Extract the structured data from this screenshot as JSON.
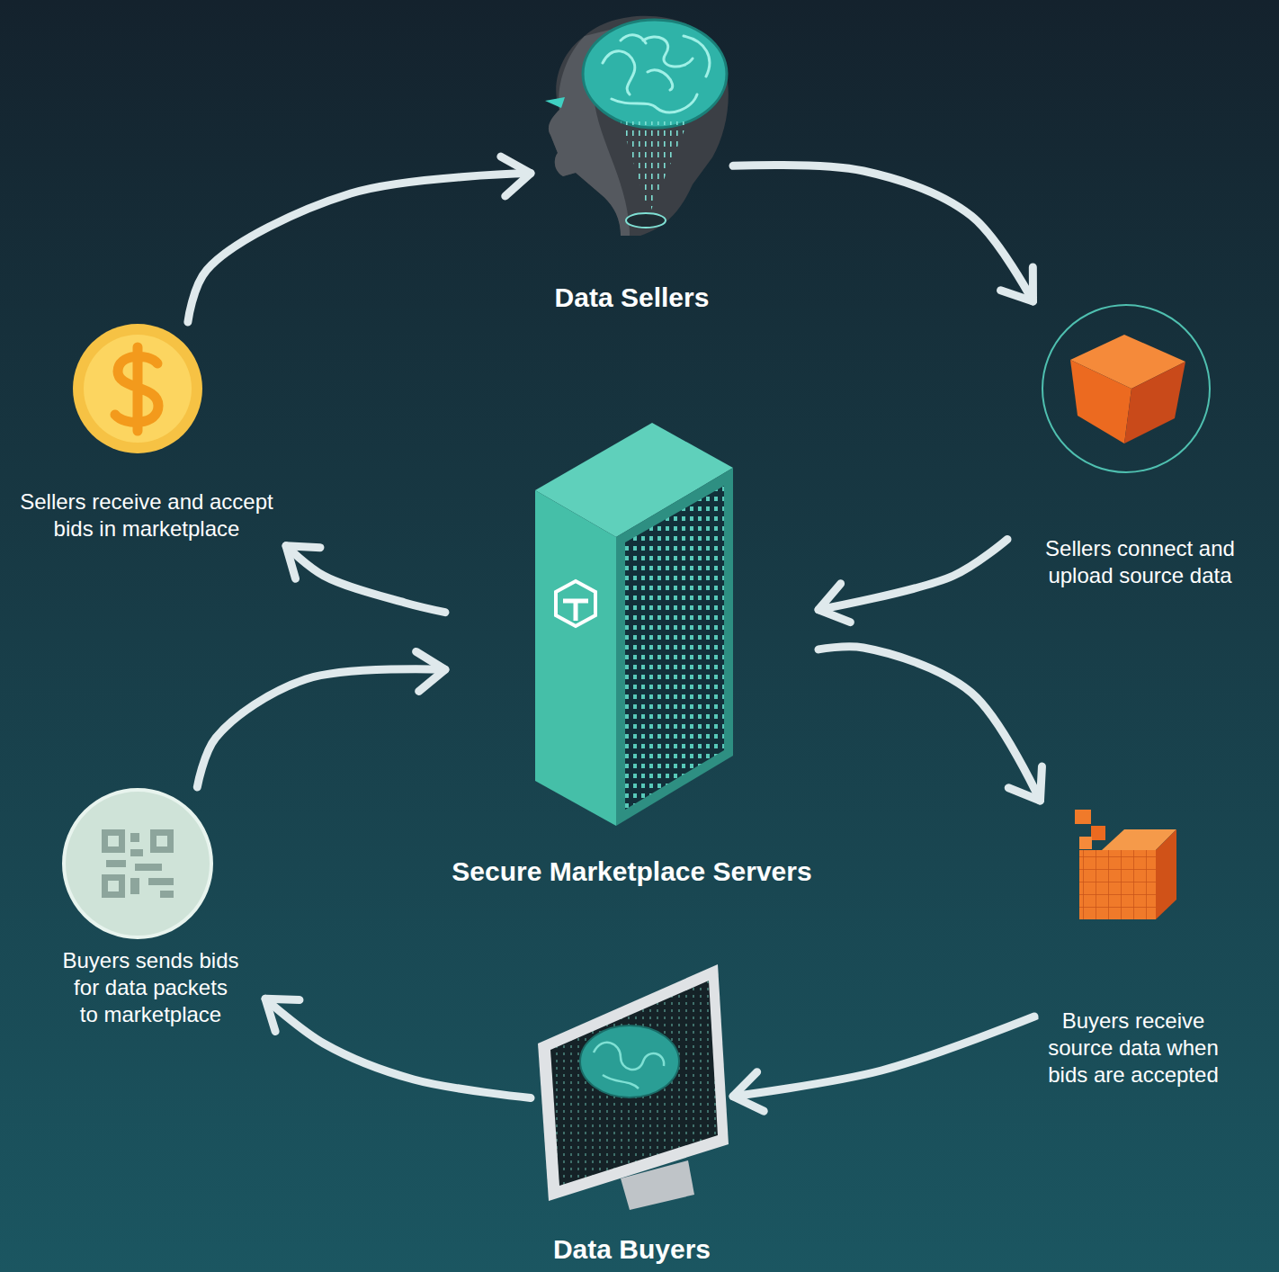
{
  "diagram": {
    "nodes": [
      {
        "text": [
          "Data Sellers"
        ]
      },
      {
        "text": [
          "Sellers connect and upload source data"
        ]
      },
      {
        "text": [
          "Secure Marketplace Servers"
        ]
      },
      {
        "text": [
          "Buyers receive source data when bids are accepted"
        ]
      },
      {
        "text": [
          "Data Buyers"
        ]
      },
      {
        "text": [
          "Buyers sends bids for data packets to marketplace"
        ]
      },
      {
        "text": [
          "Sellers receive and accept bids in marketplace"
        ]
      }
    ],
    "edges": [
      {
        "from": 0,
        "to": 1,
        "arrow": "to"
      },
      {
        "from": 1,
        "to": 2,
        "arrow": "to"
      },
      {
        "from": 2,
        "to": 3,
        "arrow": "to"
      },
      {
        "from": 3,
        "to": 4,
        "arrow": "to"
      },
      {
        "from": 4,
        "to": 5,
        "arrow": "to"
      },
      {
        "from": 5,
        "to": 2,
        "arrow": "to"
      },
      {
        "from": 2,
        "to": 6,
        "arrow": "to"
      },
      {
        "from": 6,
        "to": 0,
        "arrow": "to"
      }
    ]
  }
}
